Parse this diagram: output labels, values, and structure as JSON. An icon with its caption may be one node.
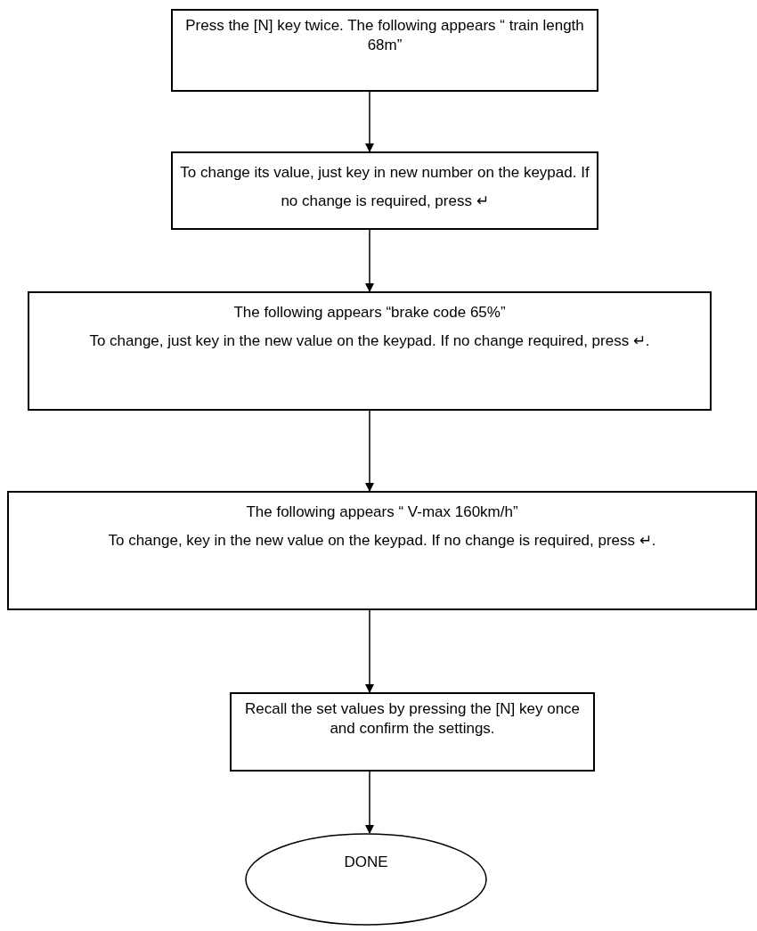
{
  "diagram": {
    "nodes": [
      {
        "text": [
          "Press the [N] key twice. The following appears “ train length 68m”"
        ]
      },
      {
        "text": [
          "To change its value, just key in new number on the keypad. If no change is required, press ↵"
        ]
      },
      {
        "text": [
          "The following appears “brake code 65%”",
          "To change, just key in the new value on the keypad. If no change required, press ↵."
        ]
      },
      {
        "text": [
          "The following appears “ V-max 160km/h”",
          "To change, key in the new value on the keypad. If no change is required, press ↵."
        ]
      },
      {
        "text": [
          "Recall the set values by pressing the [N] key once and confirm the settings."
        ]
      },
      {
        "text": [
          "DONE"
        ]
      }
    ],
    "edges": [
      {
        "from": 0,
        "to": 1,
        "arrow": "to"
      },
      {
        "from": 1,
        "to": 2,
        "arrow": "to"
      },
      {
        "from": 2,
        "to": 3,
        "arrow": "to"
      },
      {
        "from": 3,
        "to": 4,
        "arrow": "to"
      },
      {
        "from": 4,
        "to": 5,
        "arrow": "to"
      }
    ]
  }
}
